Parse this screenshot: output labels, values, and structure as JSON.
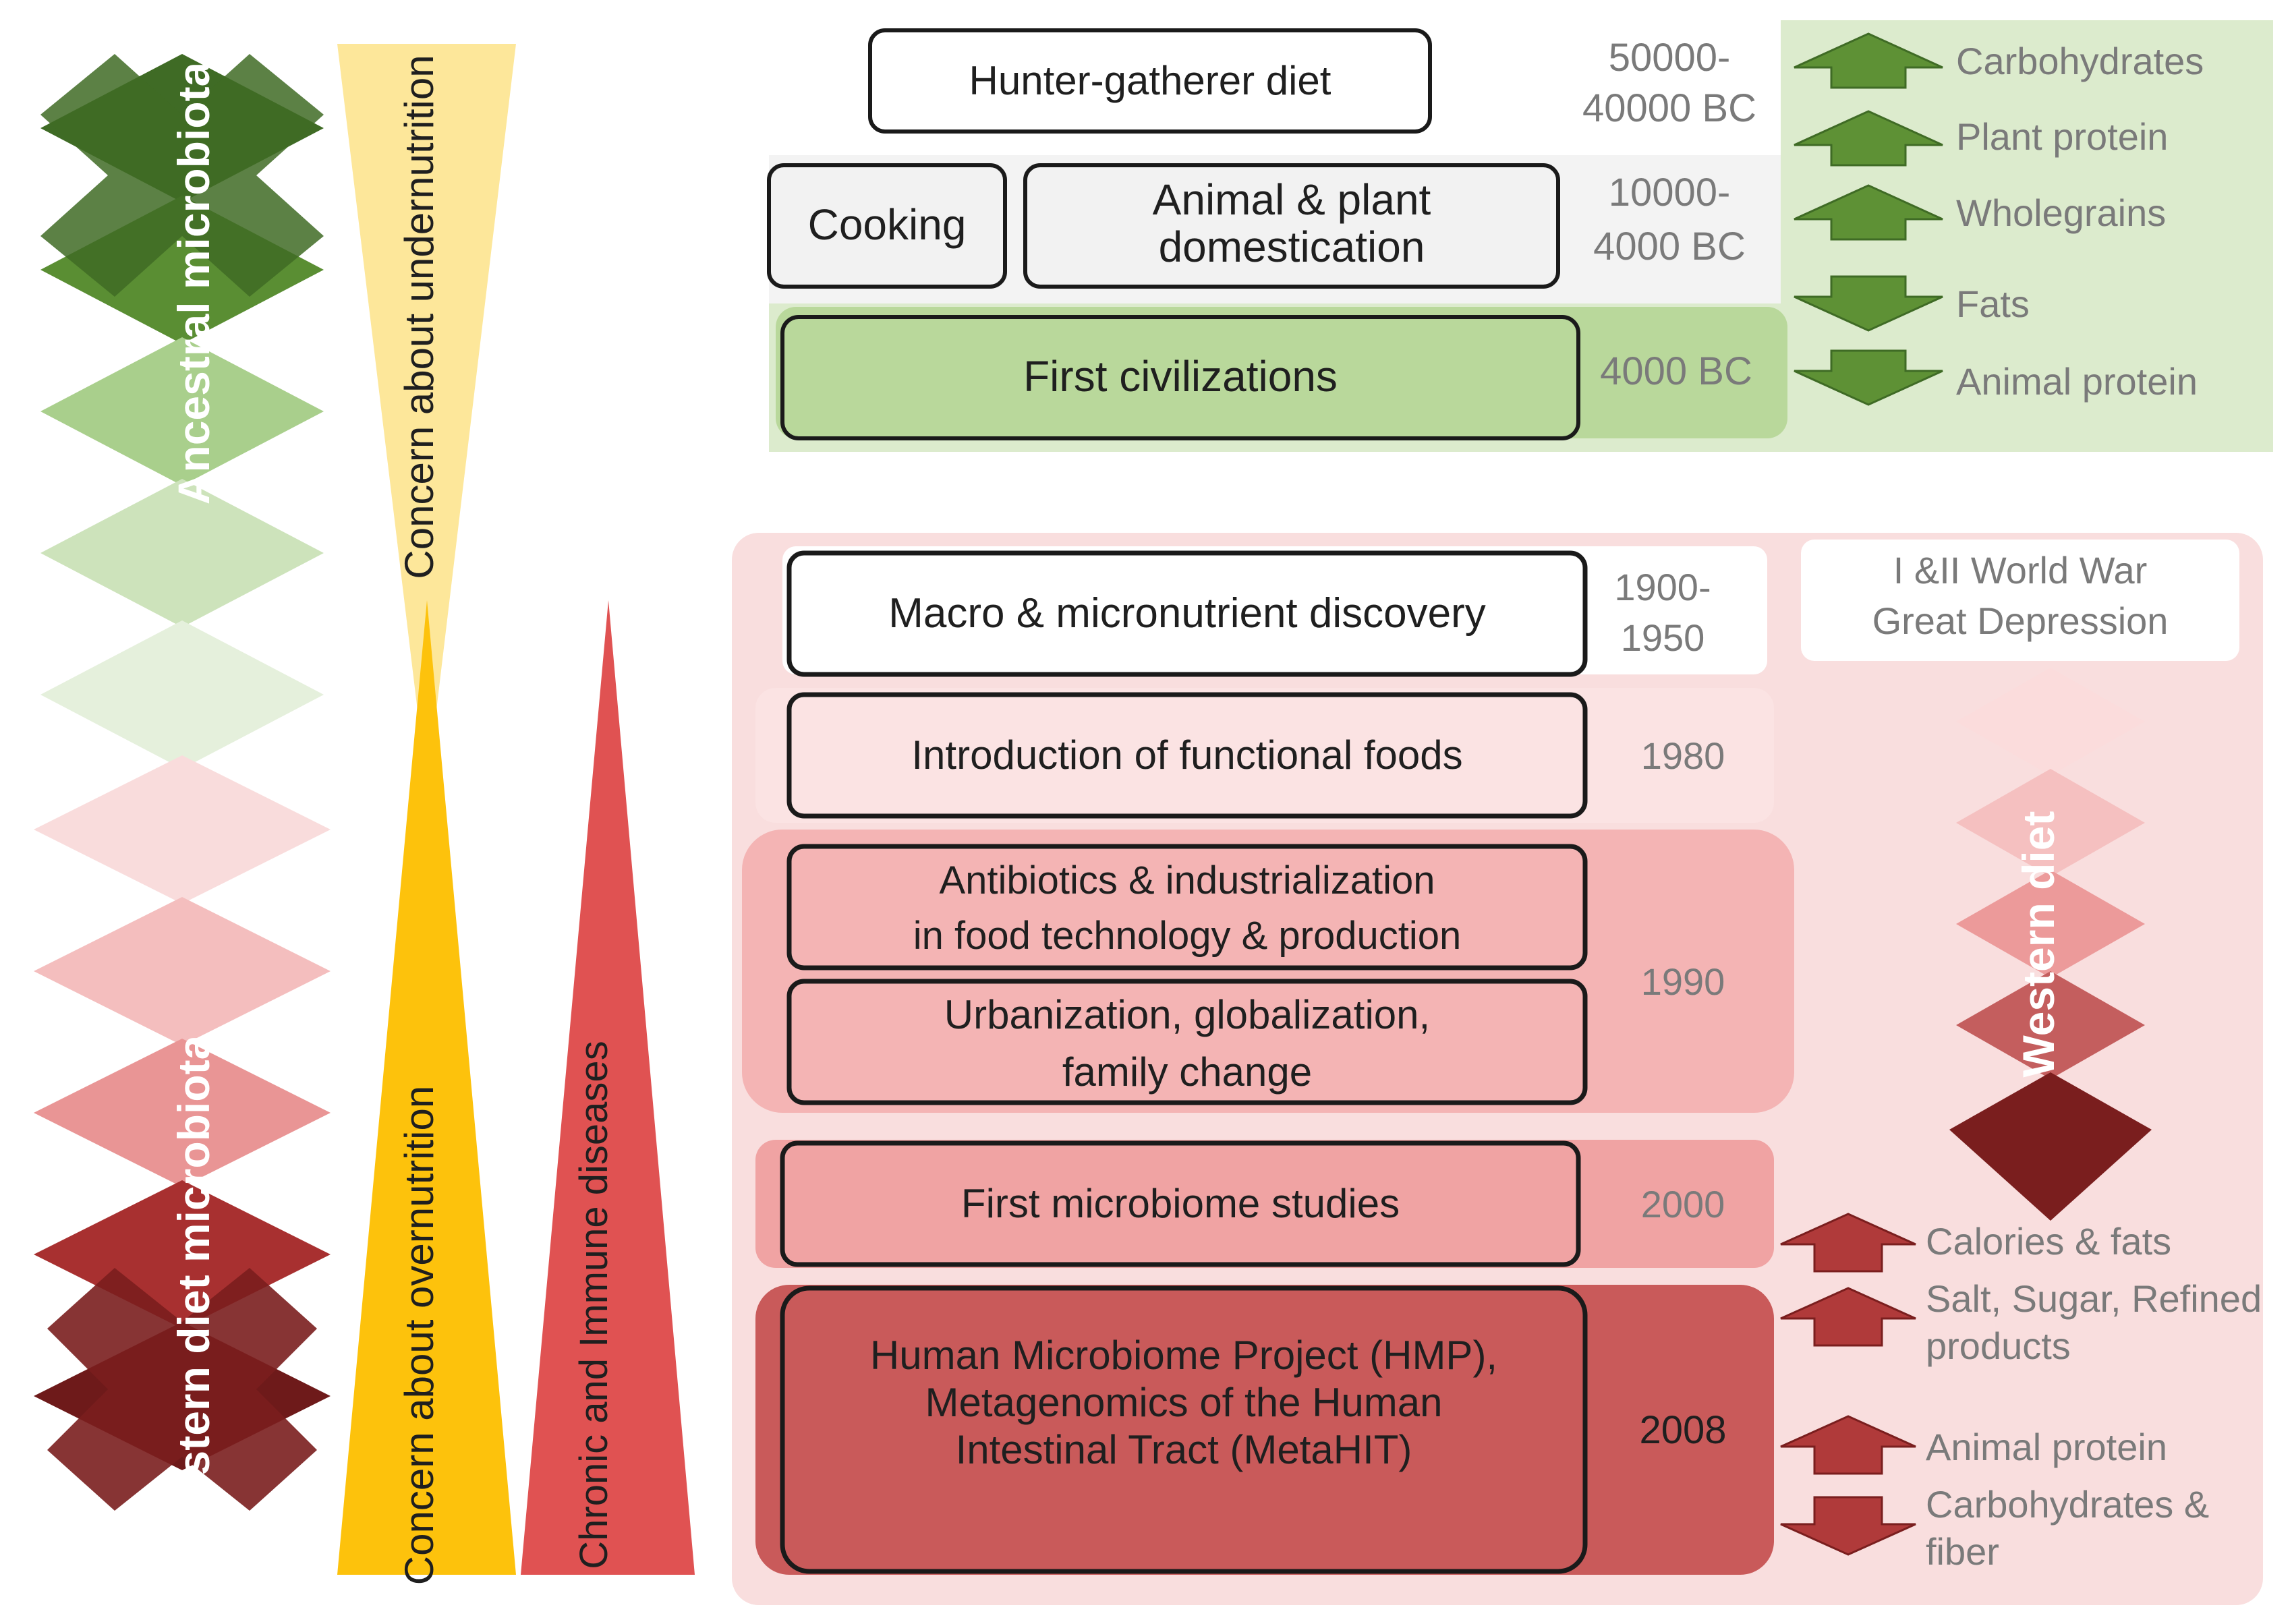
{
  "left_bands": {
    "ancestral_label": "Ancestral microbiota",
    "western_label": "Western diet microbiota"
  },
  "concern_bands": {
    "undernutrition": "Concern about undernutrition",
    "overnutrition": "Concern about overnutrition",
    "chronic": "Chronic and Immune diseases"
  },
  "ancient": {
    "hunter": "Hunter-gatherer diet",
    "hunter_date_1": "50000-",
    "hunter_date_2": "40000 BC",
    "cooking": "Cooking",
    "domestication_1": "Animal & plant",
    "domestication_2": "domestication",
    "dom_date_1": "10000-",
    "dom_date_2": "4000 BC",
    "civilizations": "First civilizations",
    "civ_date": "4000 BC",
    "trends": [
      {
        "label": "Carbohydrates",
        "dir": "up"
      },
      {
        "label": "Plant protein",
        "dir": "up"
      },
      {
        "label": "Wholegrains",
        "dir": "up"
      },
      {
        "label": "Fats",
        "dir": "down"
      },
      {
        "label": "Animal protein",
        "dir": "down"
      }
    ]
  },
  "modern": {
    "macro": "Macro & micronutrient discovery",
    "macro_date_1": "1900-",
    "macro_date_2": "1950",
    "war_1": "I &II World War",
    "war_2": "Great Depression",
    "functional": "Introduction of functional foods",
    "functional_date": "1980",
    "antibiotics_1": "Antibiotics & industrialization",
    "antibiotics_2": "in food technology & production",
    "urban_1": "Urbanization, globalization,",
    "urban_2": "family change",
    "urban_date": "1990",
    "first_micro": "First microbiome studies",
    "first_micro_date": "2000",
    "hmp_1": "Human Microbiome Project (HMP),",
    "hmp_2": "Metagenomics of the Human",
    "hmp_3": "Intestinal Tract (MetaHIT)",
    "hmp_date": "2008",
    "western_diet": "Western diet",
    "trends": [
      {
        "label": "Calories & fats",
        "dir": "up"
      },
      {
        "label": "Salt, Sugar, Refined",
        "label2": "products",
        "dir": "up"
      },
      {
        "label": "Animal protein",
        "dir": "up"
      },
      {
        "label": "Carbohydrates &",
        "label2": "fiber",
        "dir": "down"
      }
    ]
  },
  "colors": {
    "green_dark": "#3f6b25",
    "green_mid": "#5e9135",
    "green_bg": "#dcebcd",
    "red_dark": "#7a1e1e",
    "red_mid": "#b03a3a",
    "pink_bg": "#f9dede",
    "yellow_light": "#fde79a",
    "yellow": "#fdc20c",
    "red_tri": "#e05252"
  }
}
